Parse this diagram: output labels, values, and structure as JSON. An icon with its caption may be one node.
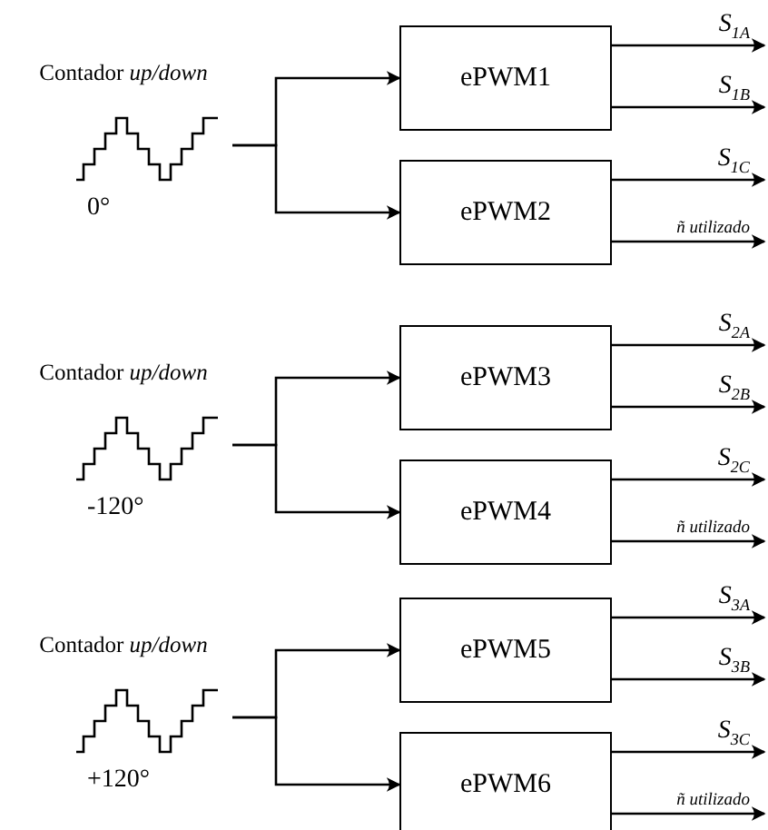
{
  "diagram": {
    "nodes": [
      {
        "text": [
          "Contador *up/down*"
        ],
        "beside": [
          "0°"
        ]
      },
      {
        "text": [
          "ePWM1"
        ]
      },
      {
        "text": [
          "ePWM2"
        ]
      },
      {
        "text": [
          "Contador *up/down*"
        ],
        "beside": [
          "-120°"
        ]
      },
      {
        "text": [
          "ePWM3"
        ]
      },
      {
        "text": [
          "ePWM4"
        ]
      },
      {
        "text": [
          "Contador *up/down*"
        ],
        "beside": [
          "+120°"
        ]
      },
      {
        "text": [
          "ePWM5"
        ]
      },
      {
        "text": [
          "ePWM6"
        ]
      }
    ],
    "edges": [
      {
        "from": 0,
        "to": 1,
        "arrow": "to"
      },
      {
        "from": 0,
        "to": 2,
        "arrow": "to"
      },
      {
        "from": 1,
        "to": null,
        "arrow": "to",
        "label": "S$_{1A}$"
      },
      {
        "from": 1,
        "to": null,
        "arrow": "to",
        "label": "S$_{1B}$"
      },
      {
        "from": 2,
        "to": null,
        "arrow": "to",
        "label": "S$_{1C}$"
      },
      {
        "from": 2,
        "to": null,
        "arrow": "to",
        "label": "ñ utilizado"
      },
      {
        "from": 3,
        "to": 4,
        "arrow": "to"
      },
      {
        "from": 3,
        "to": 5,
        "arrow": "to"
      },
      {
        "from": 4,
        "to": null,
        "arrow": "to",
        "label": "S$_{2A}$"
      },
      {
        "from": 4,
        "to": null,
        "arrow": "to",
        "label": "S$_{2B}$"
      },
      {
        "from": 5,
        "to": null,
        "arrow": "to",
        "label": "S$_{2C}$"
      },
      {
        "from": 5,
        "to": null,
        "arrow": "to",
        "label": "ñ utilizado"
      },
      {
        "from": 6,
        "to": 7,
        "arrow": "to"
      },
      {
        "from": 6,
        "to": 8,
        "arrow": "to"
      },
      {
        "from": 7,
        "to": null,
        "arrow": "to",
        "label": "S$_{3A}$"
      },
      {
        "from": 7,
        "to": null,
        "arrow": "to",
        "label": "S$_{3B}$"
      },
      {
        "from": 8,
        "to": null,
        "arrow": "to",
        "label": "S$_{3C}$"
      },
      {
        "from": 8,
        "to": null,
        "arrow": "to",
        "label": "ñ utilizado"
      }
    ]
  }
}
